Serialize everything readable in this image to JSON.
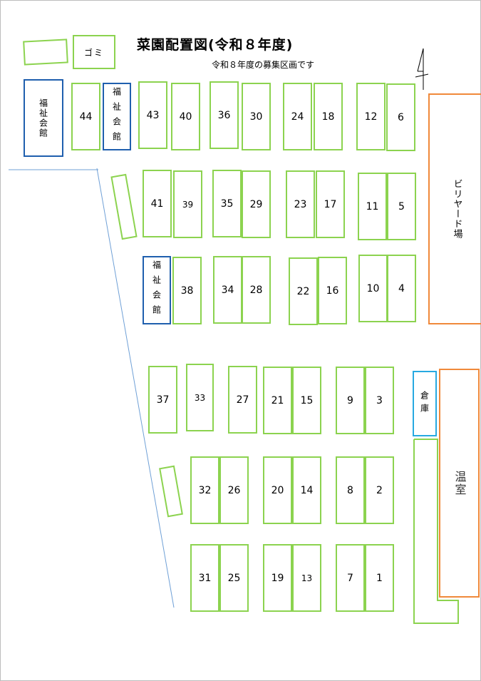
{
  "title": "菜園配置図(令和８年度)",
  "subtitle": "令和８年度の募集区画です",
  "facilities": {
    "welfare_hall_label": "福祉会館",
    "garbage_label": "ゴミ",
    "billiards_label": "ビリヤード場",
    "greenhouse_label": "温室",
    "storage_label": "倉庫"
  },
  "plots": [
    "44",
    "43",
    "40",
    "36",
    "30",
    "24",
    "18",
    "12",
    "6",
    "41",
    "39",
    "35",
    "29",
    "23",
    "17",
    "11",
    "5",
    "38",
    "34",
    "28",
    "22",
    "16",
    "10",
    "4",
    "37",
    "33",
    "27",
    "21",
    "15",
    "9",
    "3",
    "32",
    "26",
    "20",
    "14",
    "8",
    "2",
    "31",
    "25",
    "19",
    "13",
    "7",
    "1"
  ],
  "colors": {
    "plot": "#8cd34f",
    "building": "#1f5fae",
    "orange": "#f0893a",
    "storage": "#27a9e1",
    "path": "#6fa0d6"
  }
}
